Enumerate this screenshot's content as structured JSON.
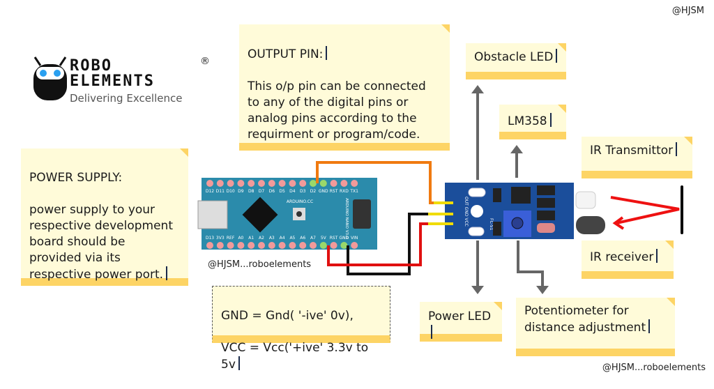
{
  "watermarks": {
    "top_right": "@HJSM",
    "bottom_right": "@HJSM...roboelements",
    "board_caption": "@HJSM...roboelements"
  },
  "logo": {
    "line1": "ROBO",
    "line2": "ELEMENTS",
    "tagline": "Delivering Excellence",
    "registered": "®"
  },
  "notes": {
    "output_pin": {
      "title": "OUTPUT PIN:",
      "body": "This o/p pin can be connected to any of the digital pins or analog pins according to the requirment or program/code."
    },
    "power_supply": {
      "title": "POWER SUPPLY:",
      "body": "power  supply to your respective development board should be provided via its respective power port."
    },
    "obstacle_led": "Obstacle LED",
    "lm358": "LM358",
    "ir_transmitter": "IR Transmittor",
    "ir_receiver": "IR receiver",
    "power_led": "Power LED",
    "potentiometer": "Potentiometer for distance adjustment",
    "pins": {
      "gnd": "GND = Gnd( '-ive' 0v),",
      "vcc": "VCC = Vcc('+ive' 3.3v to 5v"
    }
  },
  "board": {
    "top_pins": [
      "D12",
      "D11",
      "D10",
      "D9",
      "D8",
      "D7",
      "D6",
      "D5",
      "D4",
      "D3",
      "D2",
      "GND",
      "RST",
      "RXD",
      "TX1"
    ],
    "bottom_pins": [
      "D13",
      "3V3",
      "REF",
      "A0",
      "A1",
      "A2",
      "A3",
      "A4",
      "A5",
      "A6",
      "A7",
      "5V",
      "RST",
      "GND",
      "VIN"
    ],
    "label": "ARDUINO NANO V3.0",
    "site": "ARDUINO.CC"
  },
  "sensor": {
    "pins": "OUT GND VCC",
    "model": "FC-51"
  },
  "colors": {
    "note_bg": "#fffbd9",
    "note_bar": "#fdd465",
    "arduino": "#2b8bab",
    "sensor": "#1b4e9b",
    "wire_signal": "#f07a10",
    "wire_gnd": "#111111",
    "wire_vcc": "#e01010",
    "arrow": "#666666",
    "ir_ray": "#ee1111"
  }
}
